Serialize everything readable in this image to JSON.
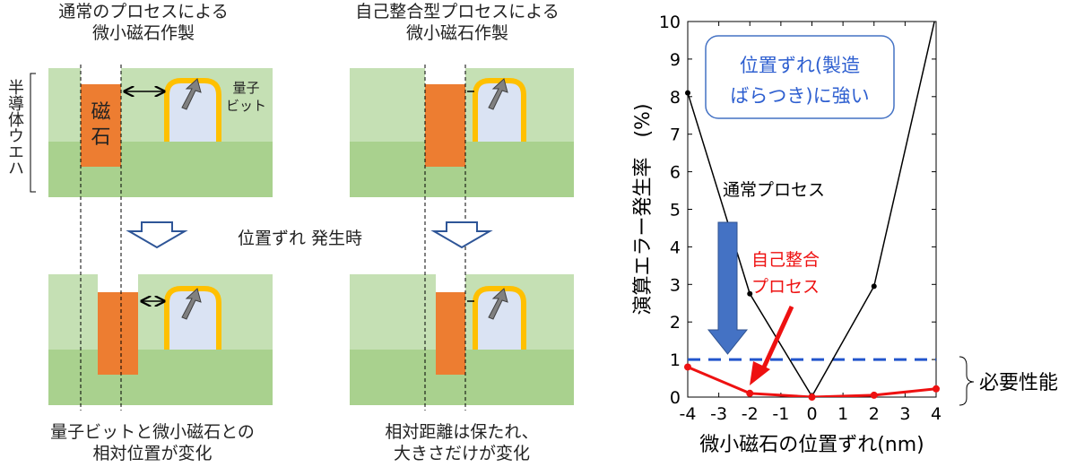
{
  "left_panel": {
    "normal_title": [
      "通常のプロセスによる",
      "微小磁石作製"
    ],
    "self_title": [
      "自己整合型プロセスによる",
      "微小磁石作製"
    ],
    "wafer_label": "半導体ウエハ",
    "magnet_label": [
      "磁",
      "石"
    ],
    "qubit_label": [
      "量子",
      "ビット"
    ],
    "misalign_label": "位置ずれ 発生時",
    "normal_caption": [
      "量子ビットと微小磁石との",
      "相対位置が変化"
    ],
    "self_caption": [
      "相対距離は保たれ、",
      "大きさだけが変化"
    ]
  },
  "chart_data": {
    "type": "line",
    "x": [
      -4,
      -2,
      0,
      2,
      4
    ],
    "series": [
      {
        "name": "通常プロセス",
        "color": "#000000",
        "values": [
          8.1,
          2.75,
          0.02,
          2.95,
          10.2
        ]
      },
      {
        "name": "自己整合プロセス",
        "color": "#ee1111",
        "values": [
          0.8,
          0.1,
          0.0,
          0.05,
          0.22
        ]
      }
    ],
    "threshold": {
      "value": 1,
      "color": "#2255cc",
      "label": "必要性能"
    },
    "xlim": [
      -4,
      4
    ],
    "ylim": [
      0,
      10
    ],
    "xticks": [
      "-4",
      "-3",
      "-2",
      "-1",
      "0",
      "1",
      "2",
      "3",
      "4"
    ],
    "yticks": [
      "0",
      "1",
      "2",
      "3",
      "4",
      "5",
      "6",
      "7",
      "8",
      "9",
      "10"
    ],
    "xlabel": "微小磁石の位置ずれ(nm)",
    "ylabel": "演算エラー発生率　(%)",
    "callout": [
      "位置ずれ(製造",
      "ばらつき)に強い"
    ],
    "label_normal": "通常プロセス",
    "label_self": [
      "自己整合",
      "プロセス"
    ]
  },
  "colors": {
    "wafer_light": "#c5e0b4",
    "wafer_dark": "#a9d18e",
    "magnet": "#ed7d31",
    "qubit_fill": "#dae3f3",
    "qubit_border": "#ffc000",
    "arrow_blue": "#4472c4"
  }
}
